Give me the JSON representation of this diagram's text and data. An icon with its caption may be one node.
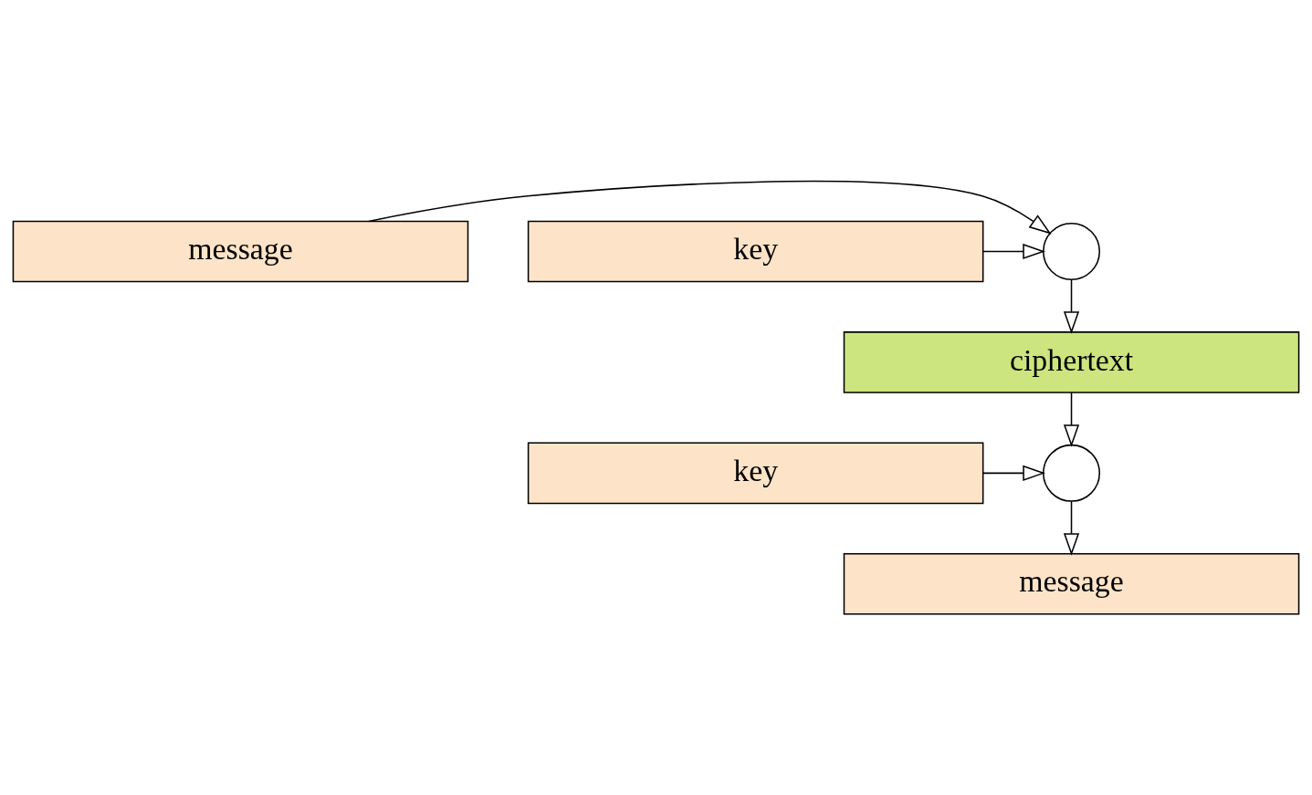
{
  "diagram": {
    "nodes": [
      {
        "text": [
          "message"
        ]
      },
      {
        "text": [
          "key"
        ]
      },
      {
        "text": [],
        "shape": "circle"
      },
      {
        "text": [
          "ciphertext"
        ]
      },
      {
        "text": [
          "key"
        ]
      },
      {
        "text": [],
        "shape": "circle"
      },
      {
        "text": [
          "message"
        ]
      }
    ],
    "edges": [
      {
        "from": 0,
        "to": 2,
        "arrow": "to"
      },
      {
        "from": 1,
        "to": 2,
        "arrow": "to"
      },
      {
        "from": 2,
        "to": 3,
        "arrow": "to"
      },
      {
        "from": 3,
        "to": 5,
        "arrow": "to"
      },
      {
        "from": 4,
        "to": 5,
        "arrow": "to"
      },
      {
        "from": 5,
        "to": 6,
        "arrow": "to"
      }
    ]
  }
}
